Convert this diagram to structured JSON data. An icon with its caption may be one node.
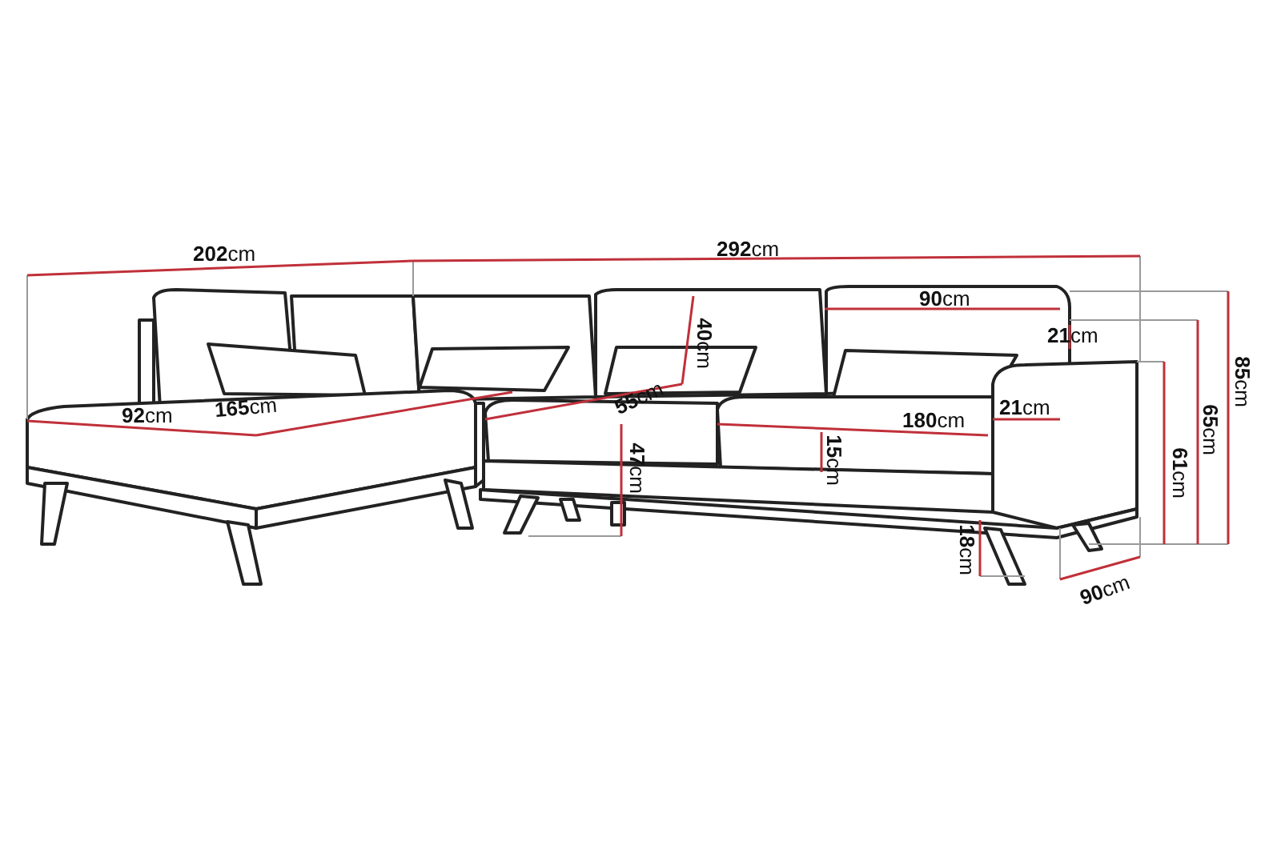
{
  "diagram": {
    "labels": [
      "**202**cm",
      "**292**cm",
      "**90**cm",
      "**21**cm",
      "**40**cm",
      "**85**cm",
      "**92**cm",
      "**165**cm",
      "**55**cm",
      "**21**cm",
      "**65**cm",
      "**180**cm",
      "**61**cm",
      "**47**cm",
      "**15**cm",
      "**18**cm",
      "**90**cm"
    ]
  }
}
